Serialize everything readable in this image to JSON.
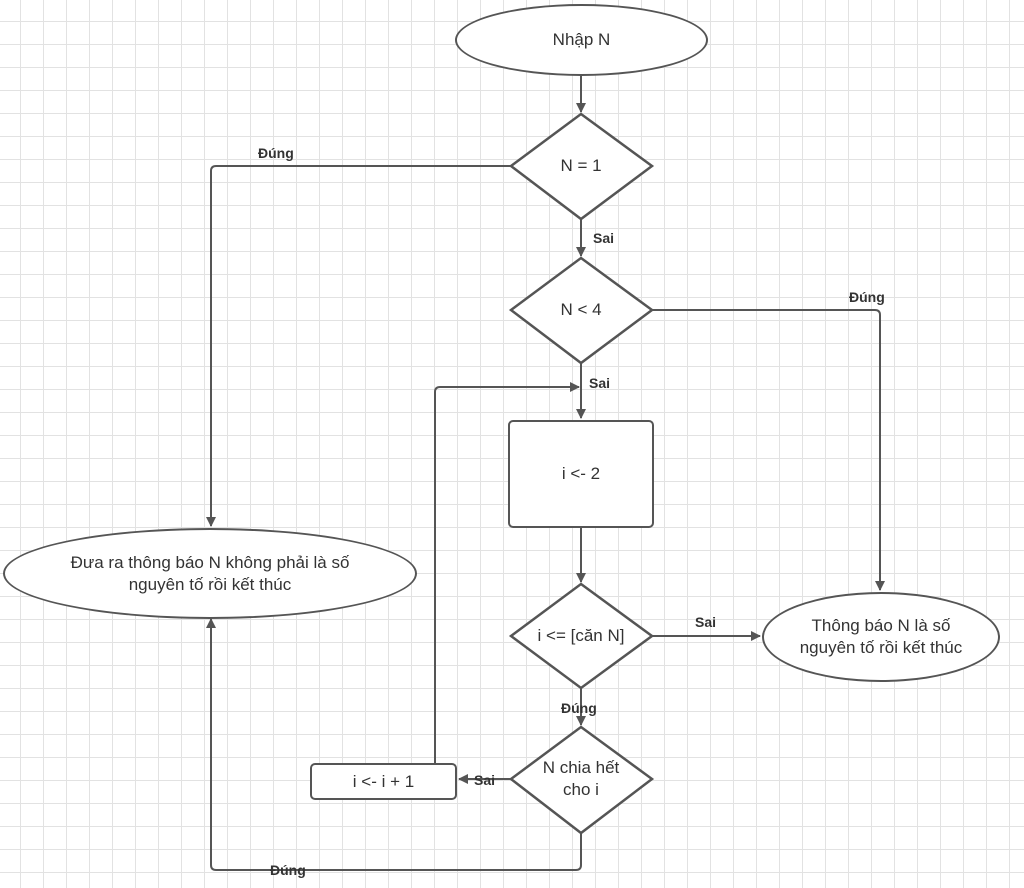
{
  "nodes": {
    "start": "Nhập N",
    "check_n1": "N = 1",
    "check_n4": "N < 4",
    "init_i": "i <- 2",
    "check_loop": "i <= [căn N]",
    "check_div": "N chia hết cho i",
    "inc_i": "i <- i + 1",
    "not_prime": "Đưa ra thông báo N không phải là số nguyên tố rồi kết thúc",
    "is_prime": "Thông báo N là số nguyên tố rồi kết thúc"
  },
  "edge_labels": {
    "n1_true": "Đúng",
    "n1_false": "Sai",
    "n4_true": "Đúng",
    "n4_false": "Sai",
    "loop_false": "Sai",
    "loop_true": "Đúng",
    "div_false": "Sai",
    "div_true": "Đúng"
  },
  "colors": {
    "stroke": "#555555",
    "text": "#333333",
    "grid": "#e2e2e2"
  }
}
